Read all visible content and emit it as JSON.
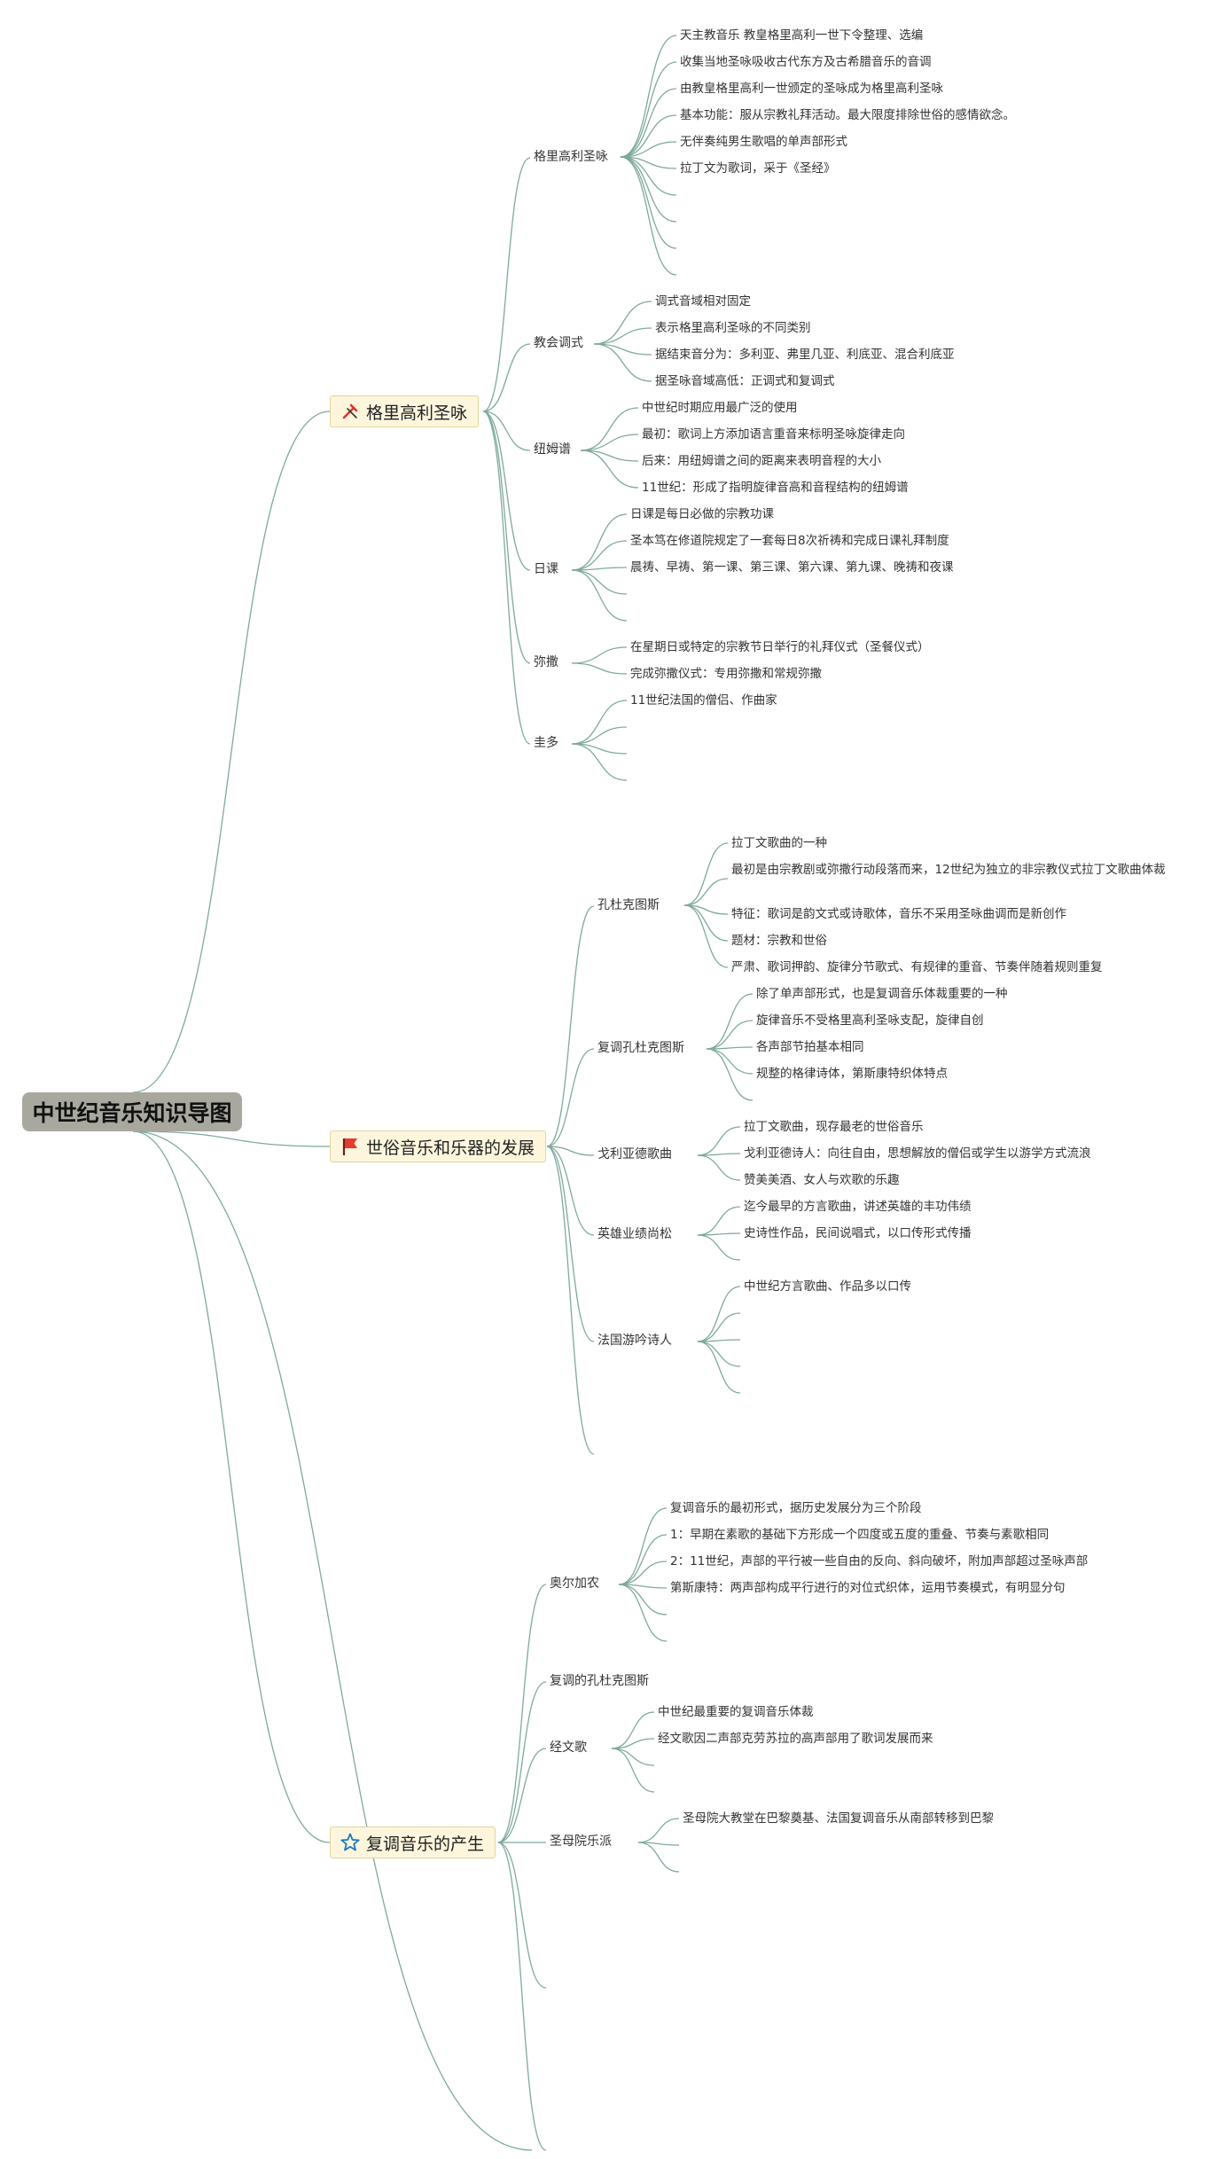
{
  "root": "中世纪音乐知识导图",
  "branches": [
    {
      "label": "格里高利圣咏",
      "icon": "tools-icon",
      "children": [
        {
          "label": "格里高利圣咏",
          "items": [
            "天主教音乐 教皇格里高利一世下令整理、选编",
            "收集当地圣咏吸收古代东方及古希腊音乐的音调",
            "由教皇格里高利一世颁定的圣咏成为格里高利圣咏",
            "基本功能：服从宗教礼拜活动。最大限度排除世俗的感情欲念。",
            "无伴奏纯男生歌唱的单声部形式",
            "拉丁文为歌词，采于《圣经》"
          ]
        },
        {
          "label": "教会调式",
          "items": [
            "调式音域相对固定",
            "表示格里高利圣咏的不同类别",
            "据结束音分为：多利亚、弗里几亚、利底亚、混合利底亚",
            "据圣咏音域高低：正调式和复调式"
          ]
        },
        {
          "label": "纽姆谱",
          "items": [
            "中世纪时期应用最广泛的使用",
            "最初：歌词上方添加语言重音来标明圣咏旋律走向",
            "后来：用纽姆谱之间的距离来表明音程的大小",
            "11世纪：形成了指明旋律音高和音程结构的纽姆谱"
          ]
        },
        {
          "label": "日课",
          "items": [
            "日课是每日必做的宗教功课",
            "圣本笃在修道院规定了一套每日8次祈祷和完成日课礼拜制度",
            "晨祷、早祷、第一课、第三课、第六课、第九课、晚祷和夜课"
          ]
        },
        {
          "label": "弥撒",
          "items": [
            "在星期日或特定的宗教节日举行的礼拜仪式（圣餐仪式）",
            "完成弥撒仪式：专用弥撒和常规弥撒"
          ]
        },
        {
          "label": "圭多",
          "items": [
            "11世纪法国的僧侣、作曲家"
          ]
        }
      ]
    },
    {
      "label": "世俗音乐和乐器的发展",
      "icon": "flag-icon",
      "children": [
        {
          "label": "孔杜克图斯",
          "items": [
            "拉丁文歌曲的一种",
            "最初是由宗教剧或弥撒行动段落而来，12世纪为独立的非宗教仪式拉丁文歌曲体裁",
            "特征：歌词是韵文式或诗歌体，音乐不采用圣咏曲调而是新创作",
            "题材：宗教和世俗",
            "严肃、歌词押韵、旋律分节歌式、有规律的重音、节奏伴随着规则重复"
          ]
        },
        {
          "label": "复调孔杜克图斯",
          "items": [
            "除了单声部形式，也是复调音乐体裁重要的一种",
            "旋律音乐不受格里高利圣咏支配，旋律自创",
            "各声部节拍基本相同",
            "规整的格律诗体，第斯康特织体特点"
          ]
        },
        {
          "label": "戈利亚德歌曲",
          "items": [
            "拉丁文歌曲，现存最老的世俗音乐",
            "戈利亚德诗人：向往自由，思想解放的僧侣或学生以游学方式流浪",
            "赞美美酒、女人与欢歌的乐趣"
          ]
        },
        {
          "label": "英雄业绩尚松",
          "items": [
            "迄今最早的方言歌曲，讲述英雄的丰功伟绩",
            "史诗性作品，民间说唱式，以口传形式传播"
          ]
        },
        {
          "label": "法国游吟诗人",
          "items": [
            "中世纪方言歌曲、作品多以口传"
          ]
        }
      ]
    },
    {
      "label": "复调音乐的产生",
      "icon": "star-icon",
      "children": [
        {
          "label": "奥尔加农",
          "items": [
            "复调音乐的最初形式，据历史发展分为三个阶段",
            "1：早期在素歌的基础下方形成一个四度或五度的重叠、节奏与素歌相同",
            "2：11世纪，声部的平行被一些自由的反向、斜向破坏，附加声部超过圣咏声部",
            "第斯康特：两声部构成平行进行的对位式织体，运用节奏模式，有明显分句"
          ]
        },
        {
          "label": "复调的孔杜克图斯",
          "items": []
        },
        {
          "label": "经文歌",
          "items": [
            "中世纪最重要的复调音乐体裁",
            "经文歌因二声部克劳苏拉的高声部用了歌词发展而来"
          ]
        },
        {
          "label": "圣母院乐派",
          "items": [
            "圣母院大教堂在巴黎奠基、法国复调音乐从南部转移到巴黎"
          ]
        }
      ]
    }
  ],
  "colors": {
    "line": "#7fa99c",
    "root_bg": "#a8a89e",
    "main_bg": "#fdf6dd",
    "main_border": "#e2d59c"
  }
}
